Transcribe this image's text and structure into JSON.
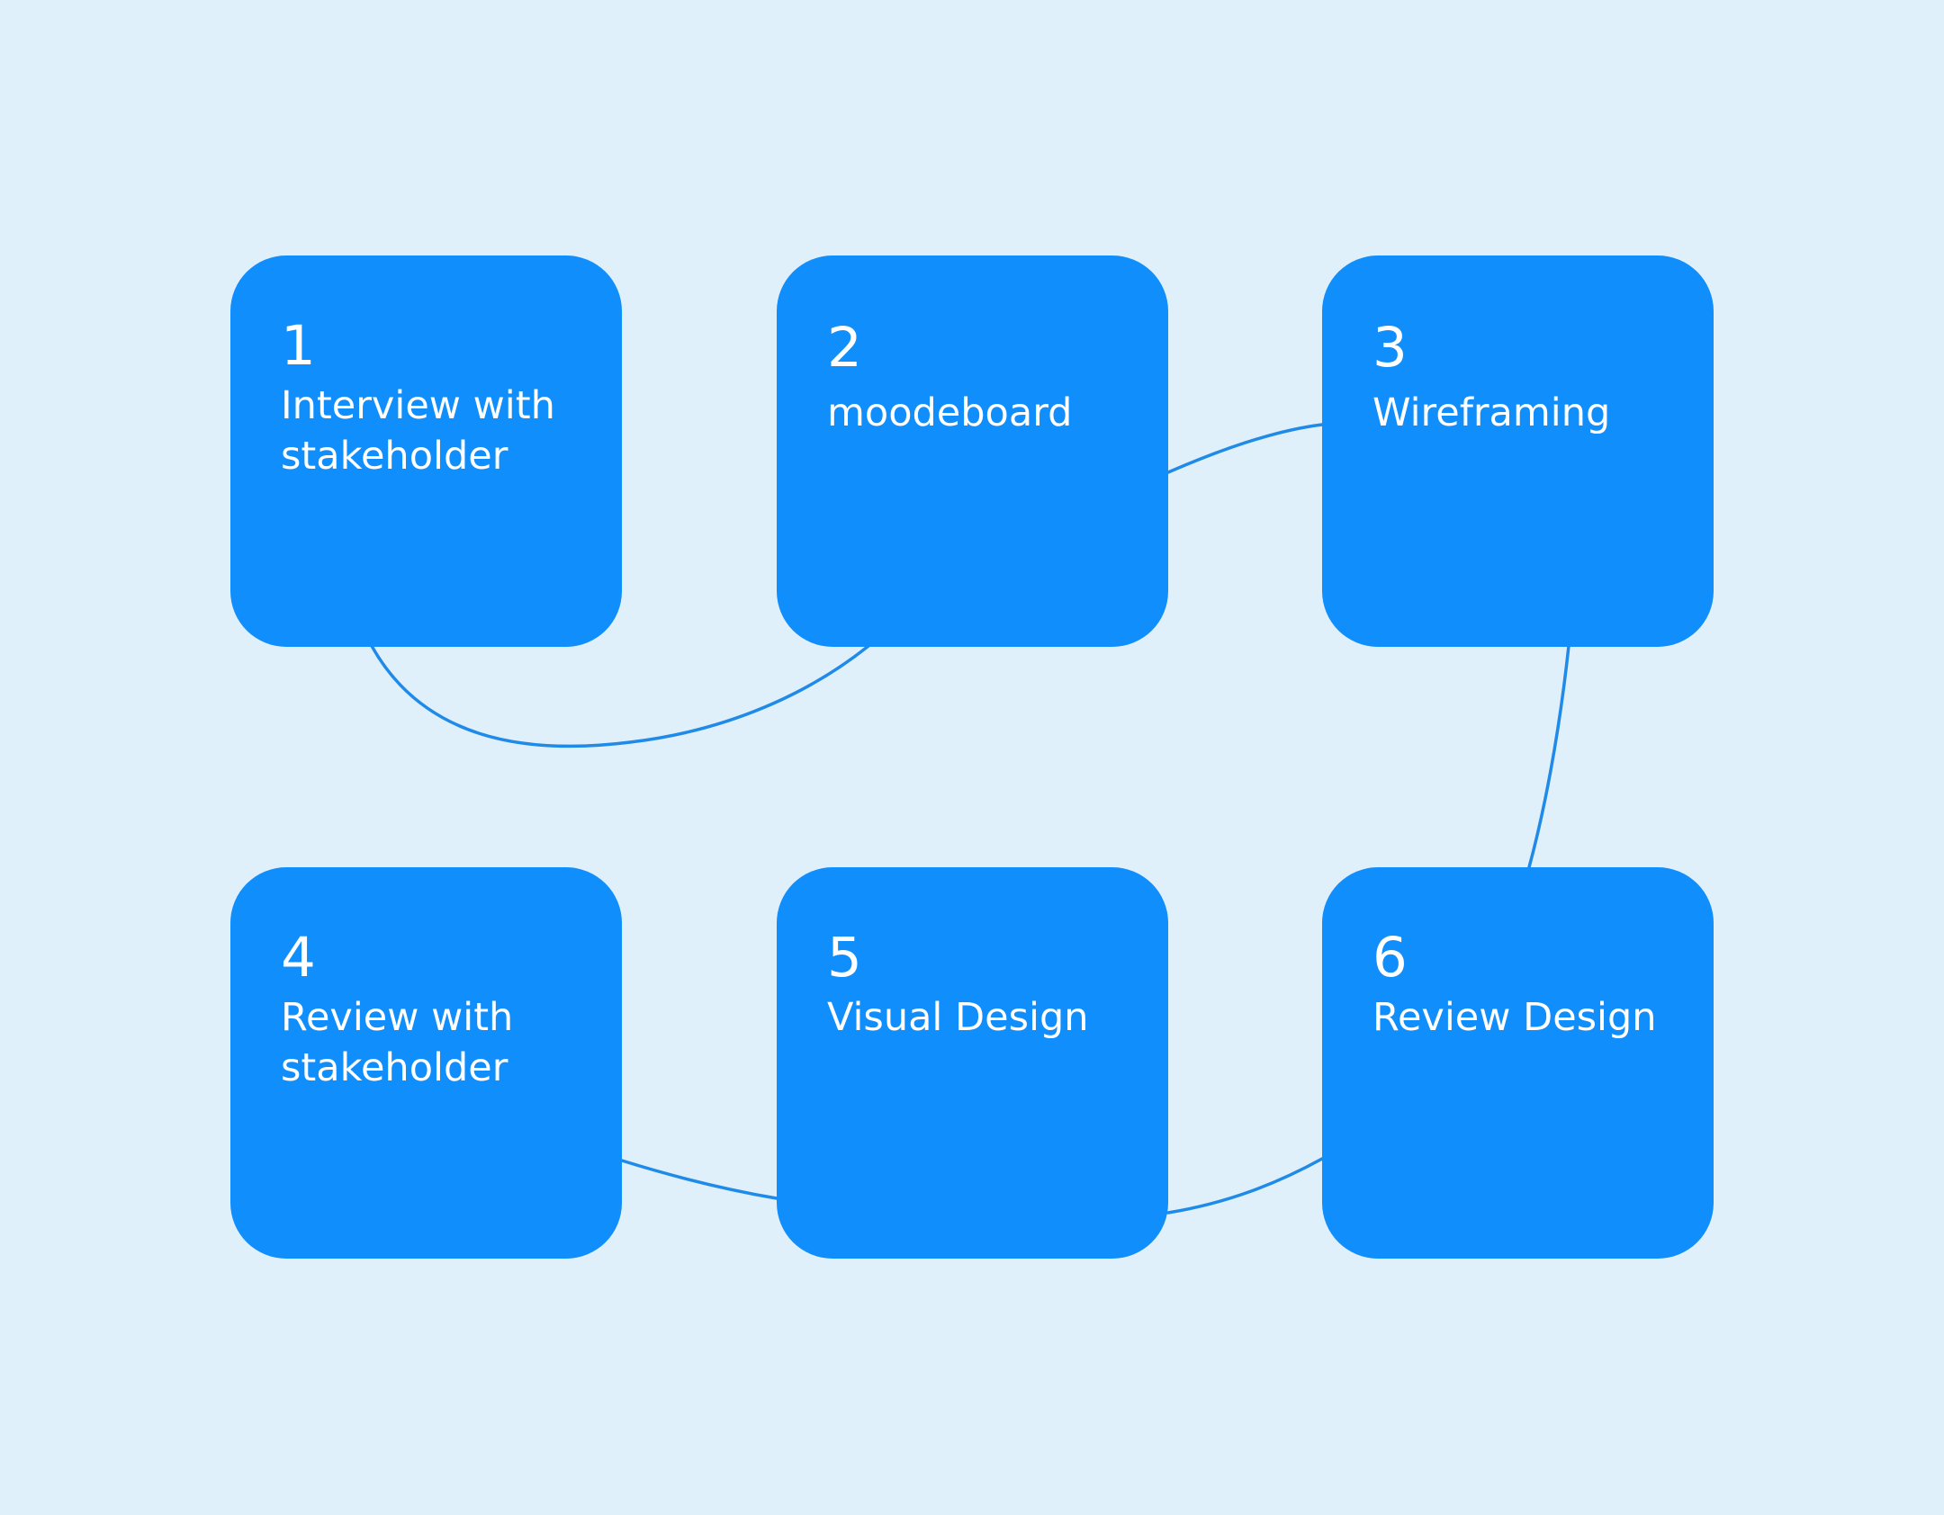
{
  "colors": {
    "background": "#dff0fb",
    "card": "#0f8efc",
    "connector": "#1f8ae8",
    "text": "#ffffff"
  },
  "steps": [
    {
      "number": "1",
      "label": "Interview with stakeholder"
    },
    {
      "number": "2",
      "label": "moodeboard"
    },
    {
      "number": "3",
      "label": "Wireframing"
    },
    {
      "number": "4",
      "label": "Review with stakeholder"
    },
    {
      "number": "5",
      "label": "Visual Design"
    },
    {
      "number": "6",
      "label": "Review Design"
    }
  ],
  "connections": [
    {
      "from": "1",
      "to": "2"
    },
    {
      "from": "2",
      "to": "3"
    },
    {
      "from": "3",
      "to": "6"
    },
    {
      "from": "6",
      "to": "5"
    },
    {
      "from": "5",
      "to": "4"
    }
  ]
}
